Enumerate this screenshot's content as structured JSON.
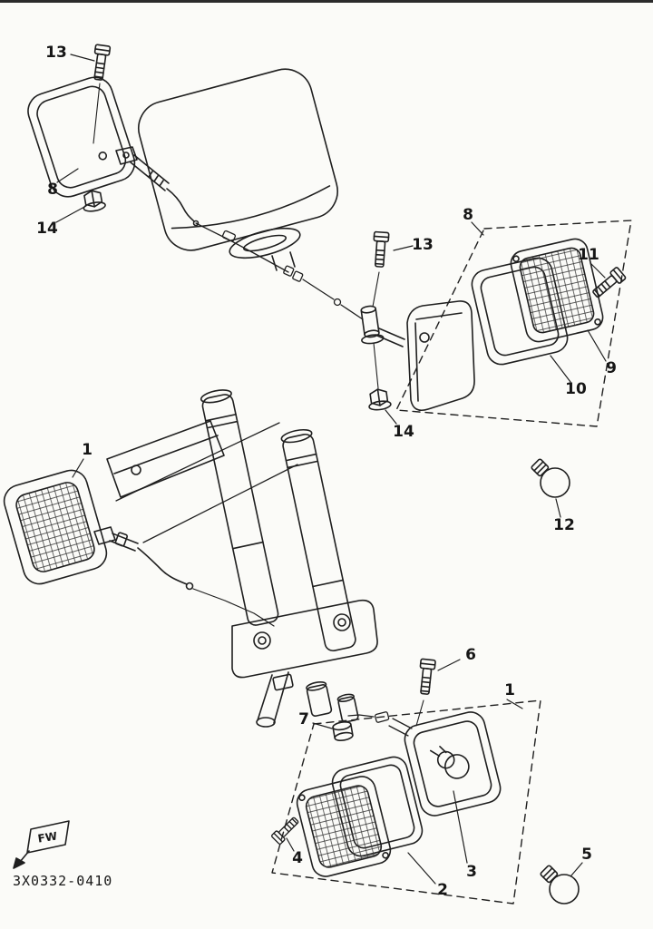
{
  "colors": {
    "ink": "#1f1f1f",
    "background": "#fbfbf8"
  },
  "diagram": {
    "part_code": "3X0332-0410",
    "direction_mark": "FW",
    "callouts": [
      {
        "label": "13",
        "part": "flange-bolt-top-left"
      },
      {
        "label": "8",
        "part": "flasher-assembly-left-rear"
      },
      {
        "label": "14",
        "part": "flange-nut-left"
      },
      {
        "label": "13",
        "part": "flange-bolt-center"
      },
      {
        "label": "8",
        "part": "flasher-assembly-right"
      },
      {
        "label": "11",
        "part": "lens-fitting-screw"
      },
      {
        "label": "9",
        "part": "lens"
      },
      {
        "label": "10",
        "part": "lens-gasket"
      },
      {
        "label": "14",
        "part": "flange-nut-center"
      },
      {
        "label": "1",
        "part": "front-flasher-assembly-left"
      },
      {
        "label": "12",
        "part": "bulb"
      },
      {
        "label": "6",
        "part": "flange-bolt-lower"
      },
      {
        "label": "1",
        "part": "front-flasher-assembly-lower"
      },
      {
        "label": "7",
        "part": "grommet"
      },
      {
        "label": "4",
        "part": "lens-fitting-screw-lower"
      },
      {
        "label": "2",
        "part": "lens-gasket-lower"
      },
      {
        "label": "3",
        "part": "bulb-socket"
      },
      {
        "label": "5",
        "part": "bulb-lower"
      }
    ]
  }
}
